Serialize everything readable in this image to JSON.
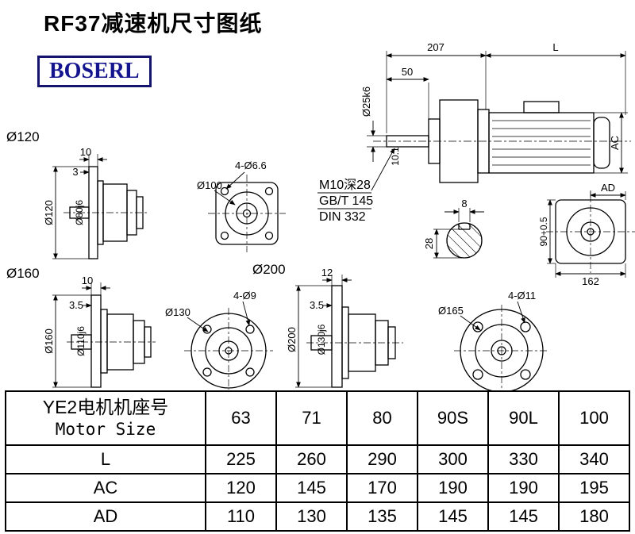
{
  "title": "RF37减速机尺寸图纸",
  "logo": "BOSERL",
  "labels": {
    "d120": "Ø120",
    "d160": "Ø160",
    "d200": "Ø200"
  },
  "main": {
    "dim207": "207",
    "dimL": "L",
    "dim50": "50",
    "shaft": "Ø25k6",
    "ac": "AC",
    "keydepth": "10.1",
    "tap": "M10深28",
    "std1": "GB/T 145",
    "std2": "DIN 332"
  },
  "section": {
    "w": "8",
    "h": "28"
  },
  "side": {
    "ad": "AD",
    "h": "90+0.5",
    "w": "162"
  },
  "unit120": {
    "t1": "10",
    "t2": "3",
    "flange": "Ø120",
    "pilot": "Ø80j6"
  },
  "flange100": {
    "holes": "4-Ø6.6",
    "dia": "Ø100"
  },
  "unit160": {
    "t1": "10",
    "t2": "3.5",
    "flange": "Ø160",
    "pilot": "Ø110j6"
  },
  "flange130": {
    "holes": "4-Ø9",
    "dia": "Ø130"
  },
  "unit200": {
    "t1": "12",
    "t2": "3.5",
    "flange": "Ø200",
    "pilot": "Ø130j6"
  },
  "flange165": {
    "holes": "4-Ø11",
    "dia": "Ø165"
  },
  "table": {
    "header_cn": "YE2电机机座号",
    "header_en": "Motor Size",
    "sizes": [
      "63",
      "71",
      "80",
      "90S",
      "90L",
      "100"
    ],
    "rows": [
      {
        "label": "L",
        "values": [
          "225",
          "260",
          "290",
          "300",
          "330",
          "340"
        ]
      },
      {
        "label": "AC",
        "values": [
          "120",
          "145",
          "170",
          "190",
          "190",
          "195"
        ]
      },
      {
        "label": "AD",
        "values": [
          "110",
          "130",
          "135",
          "145",
          "145",
          "180"
        ]
      }
    ]
  }
}
